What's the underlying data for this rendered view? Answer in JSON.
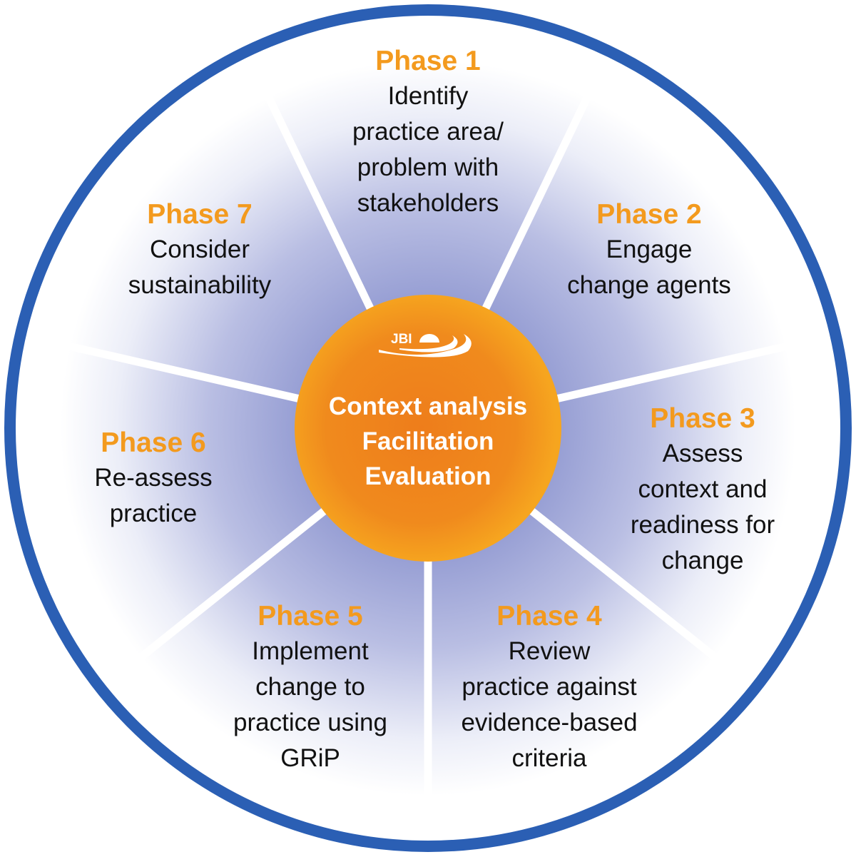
{
  "diagram": {
    "colors": {
      "ring": "#2b5fb4",
      "sector_inner": "#939bd2",
      "sector_outer": "#ffffff",
      "core_outer": "#f6a51f",
      "core_inner": "#ee7d1b",
      "spoke": "#ffffff",
      "phase_title": "#f39a1e",
      "phase_text": "#111111",
      "core_text": "#ffffff"
    },
    "sector_count": 7,
    "core": {
      "logo_text": "JBI",
      "lines": [
        "Context analysis",
        "Facilitation",
        "Evaluation"
      ]
    },
    "phases": [
      {
        "title": "Phase 1",
        "lines": [
          "Identify",
          "practice area/",
          "problem with",
          "stakeholders"
        ]
      },
      {
        "title": "Phase 2",
        "lines": [
          "Engage",
          "change agents"
        ]
      },
      {
        "title": "Phase 3",
        "lines": [
          "Assess",
          "context and",
          "readiness for",
          "change"
        ]
      },
      {
        "title": "Phase 4",
        "lines": [
          "Review",
          "practice against",
          "evidence-based",
          "criteria"
        ]
      },
      {
        "title": "Phase 5",
        "lines": [
          "Implement",
          "change to",
          "practice using",
          "GRiP"
        ]
      },
      {
        "title": "Phase 6",
        "lines": [
          "Re-assess",
          "practice"
        ]
      },
      {
        "title": "Phase 7",
        "lines": [
          "Consider",
          "sustainability"
        ]
      }
    ]
  }
}
